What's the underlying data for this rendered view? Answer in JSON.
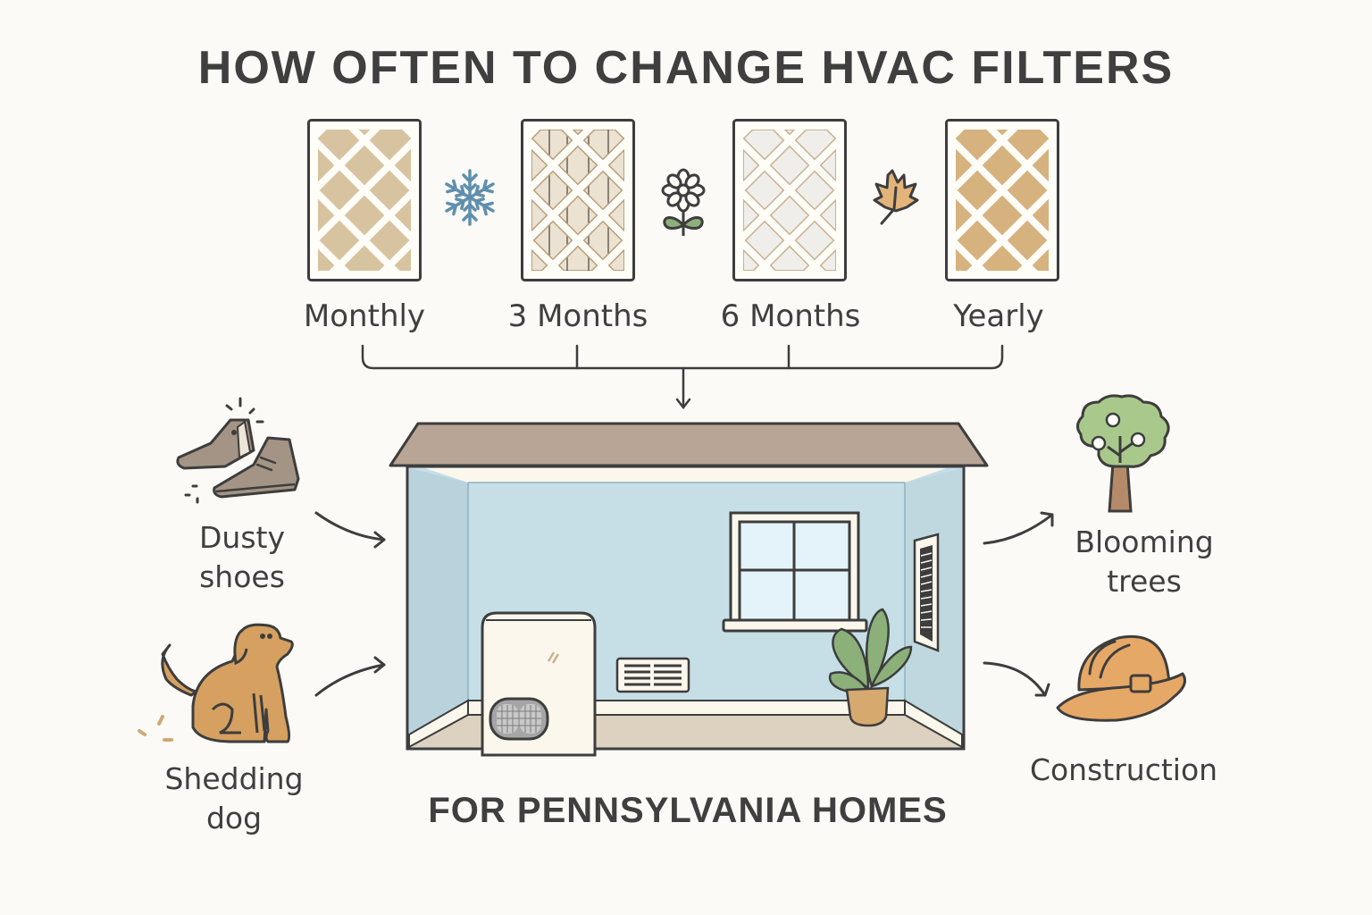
{
  "header": {
    "title": "HOW OFTEN TO CHANGE HVAC FILTERS"
  },
  "filters": [
    {
      "label": "Monthly",
      "fill": "#d8c3a0",
      "style": "solid-diamond"
    },
    {
      "label": "3 Months",
      "fill": "#ece2d2",
      "style": "pleated-diamond"
    },
    {
      "label": "6 Months",
      "fill": "#efeeea",
      "style": "outlined-diamond"
    },
    {
      "label": "Yearly",
      "fill": "#d6b27f",
      "style": "solid-diamond"
    }
  ],
  "season_icons": [
    {
      "name": "snowflake-icon",
      "color": "#5f8fae"
    },
    {
      "name": "flower-icon",
      "color": "#8cb07a"
    },
    {
      "name": "leaf-icon",
      "color": "#e3b47a"
    }
  ],
  "factors_left": [
    {
      "label_line1": "Dusty",
      "label_line2": "shoes",
      "icon": "shoes-icon"
    },
    {
      "label_line1": "Shedding",
      "label_line2": "dog",
      "icon": "dog-icon"
    }
  ],
  "factors_right": [
    {
      "label_line1": "Blooming",
      "label_line2": "trees",
      "icon": "tree-icon"
    },
    {
      "label_line1": "Construction",
      "label_line2": "",
      "icon": "hard-hat-icon"
    }
  ],
  "house": {
    "roof_color": "#b8a595",
    "wall_color": "#c6dfe6",
    "floor_color": "#ddd2c0"
  },
  "footer": {
    "subtitle": "FOR PENNSYLVANIA HOMES"
  },
  "colors": {
    "outline": "#3d3d3d",
    "background": "#fbfaf6"
  }
}
